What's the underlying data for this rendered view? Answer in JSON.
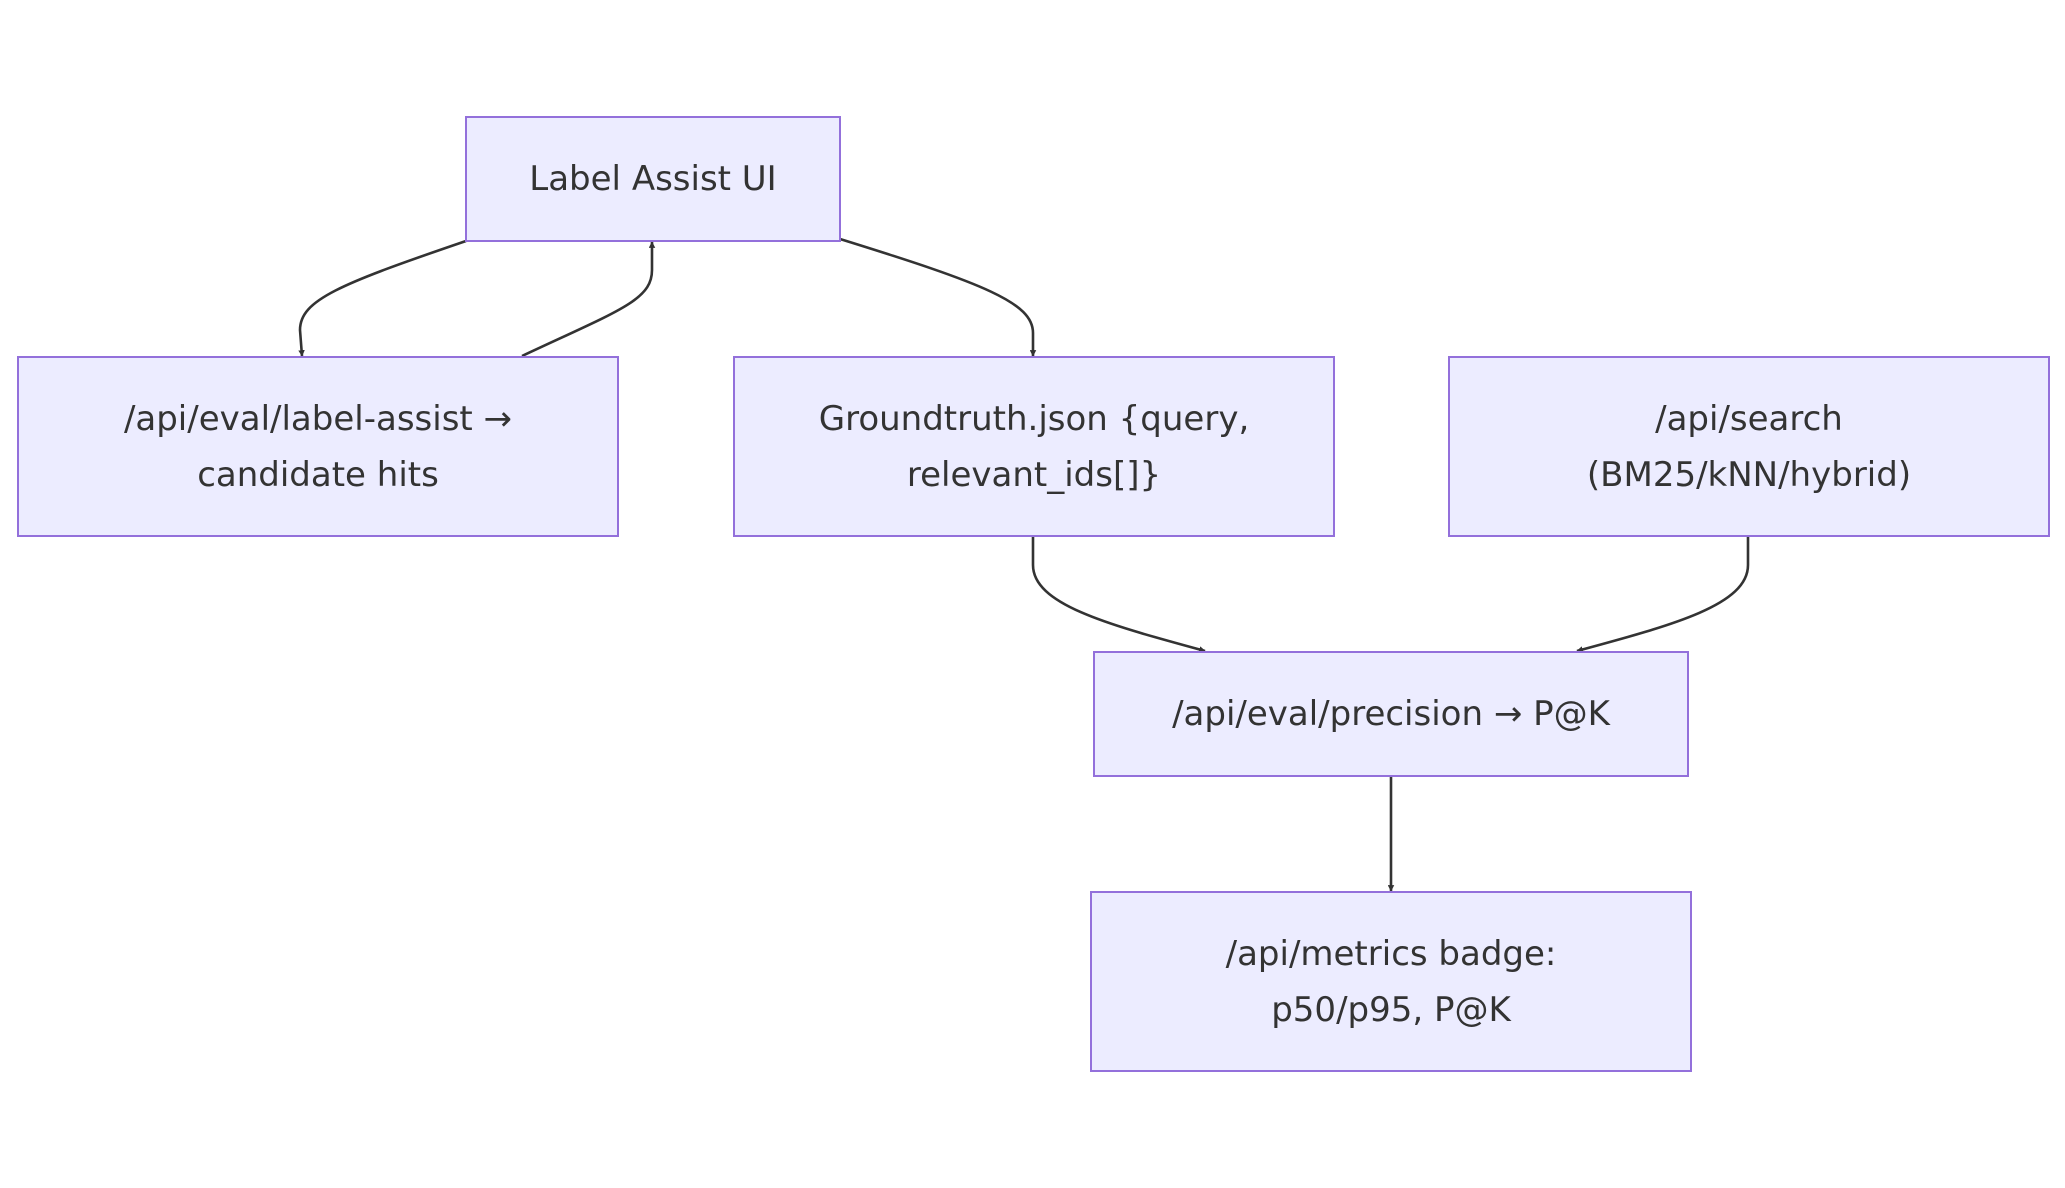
{
  "diagram": {
    "nodes": {
      "label_ui": {
        "lines": [
          "Label Assist UI"
        ]
      },
      "label_assist": {
        "lines": [
          "/api/eval/label-assist →",
          "candidate hits"
        ]
      },
      "groundtruth": {
        "lines": [
          "Groundtruth.json {query,",
          "relevant_ids[]}"
        ]
      },
      "search": {
        "lines": [
          "/api/search",
          "(BM25/kNN/hybrid)"
        ]
      },
      "precision": {
        "lines": [
          "/api/eval/precision → P@K"
        ]
      },
      "metrics": {
        "lines": [
          "/api/metrics badge:",
          "p50/p95, P@K"
        ]
      }
    },
    "edges": [
      {
        "from": "label_ui",
        "to": "label_assist"
      },
      {
        "from": "label_assist",
        "to": "label_ui"
      },
      {
        "from": "label_ui",
        "to": "groundtruth"
      },
      {
        "from": "groundtruth",
        "to": "precision"
      },
      {
        "from": "search",
        "to": "precision"
      },
      {
        "from": "precision",
        "to": "metrics"
      }
    ],
    "colors": {
      "node_fill": "#ECECFF",
      "node_border": "#9370DB",
      "edge": "#333333",
      "text": "#333333"
    }
  }
}
